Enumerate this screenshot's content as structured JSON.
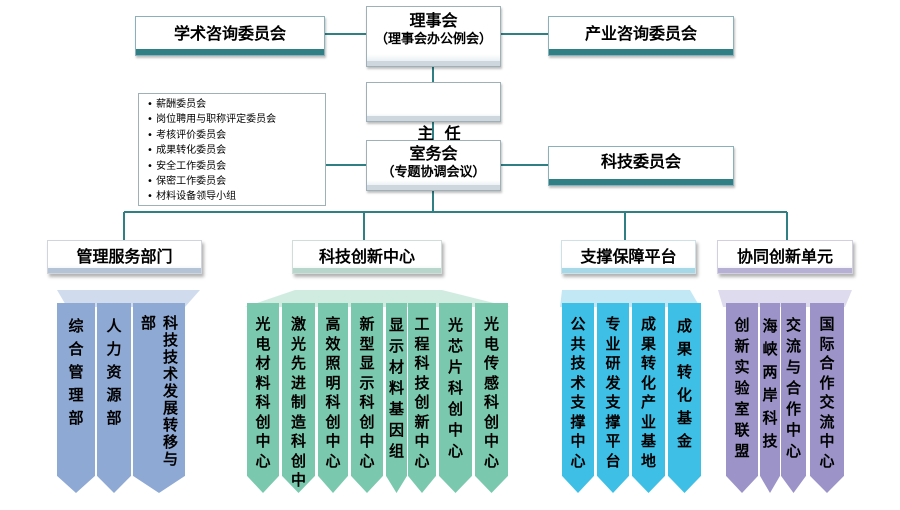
{
  "top": {
    "council_title": "理事会",
    "council_subtitle": "（理事会办公例会）",
    "director": "主  任",
    "office_title": "室务会",
    "office_subtitle": "（专题协调会议）"
  },
  "left_committees": {
    "academic": "学术咨询委员会"
  },
  "right_committees": {
    "industry": "产业咨询委员会",
    "technology": "科技委员会"
  },
  "committee_list": [
    "薪酬委员会",
    "岗位聘用与职称评定委员会",
    "考核评价委员会",
    "成果转化委员会",
    "安全工作委员会",
    "保密工作委员会",
    "材料设备领导小组"
  ],
  "groups": [
    {
      "title": "管理服务部门",
      "units": [
        "综合管理部",
        "人力资源部",
        "科技技术发展转移与部"
      ]
    },
    {
      "title": "科技创新中心",
      "units": [
        "光电材料科创中心",
        "激光先进制造科创中心",
        "高效照明科创中心",
        "新型显示科创中心",
        "显示材料基因组",
        "工程科技创新中心",
        "光芯片科创中心",
        "光电传感科创中心"
      ]
    },
    {
      "title": "支撑保障平台",
      "units": [
        "公共技术支撑中心",
        "专业研发支撑平台",
        "成果转化产业基地",
        "成果转化基金"
      ]
    },
    {
      "title": "协同创新单元",
      "units": [
        "创新实验室联盟",
        "海峡两岸科技",
        "交流与合作中心",
        "国际合作交流中心"
      ]
    }
  ],
  "colors": {
    "management": "#8da9d4",
    "innovation": "#7ac9ae",
    "support": "#3ebfe6",
    "collaboration": "#9c94c9",
    "connector": "#2f7f84"
  }
}
